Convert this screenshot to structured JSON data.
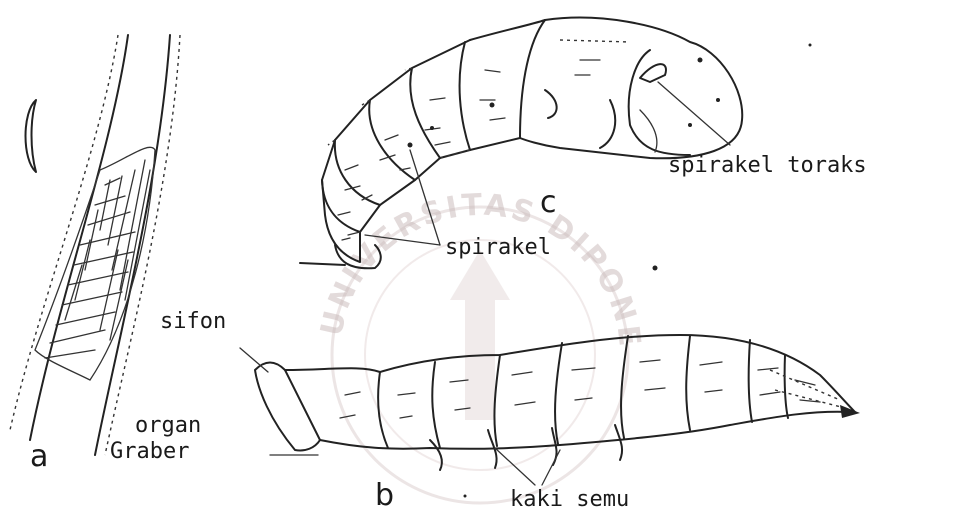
{
  "labels": {
    "spirakel_toraks": "spirakel toraks",
    "c": "c",
    "spirakel": "spirakel",
    "sifon": "sifon",
    "organ": "organ",
    "graber": "Graber",
    "a": "a",
    "b": "b",
    "kaki_semu": "kaki semu"
  },
  "watermark": {
    "text": "UNIVERSITAS DIPONEGORO"
  },
  "colors": {
    "ink": "#222222",
    "watermark": "#c8b9b9"
  }
}
